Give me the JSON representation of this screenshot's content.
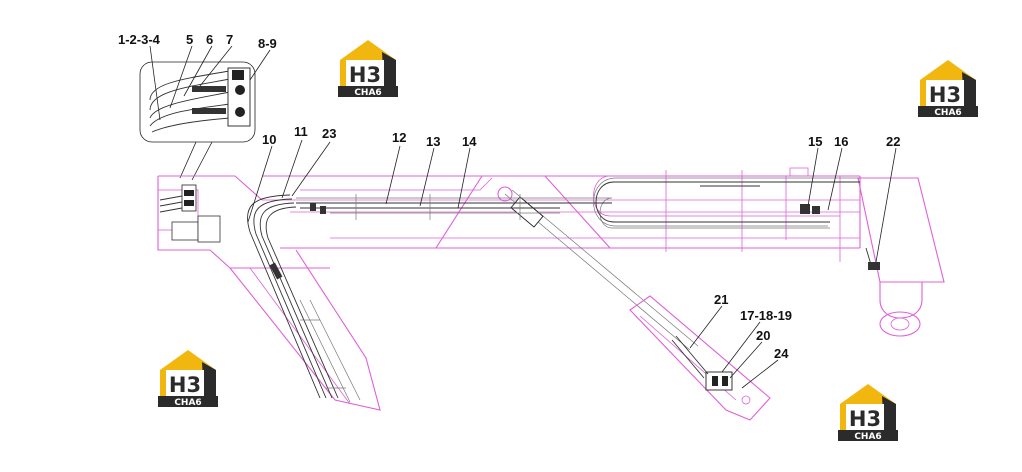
{
  "diagram": {
    "part_labels": {
      "l1234": "1-2-3-4",
      "l5": "5",
      "l6": "6",
      "l7": "7",
      "l89": "8-9",
      "l10": "10",
      "l11": "11",
      "l23": "23",
      "l12": "12",
      "l13": "13",
      "l14": "14",
      "l15": "15",
      "l16": "16",
      "l22": "22",
      "l21": "21",
      "l171819": "17-18-19",
      "l20": "20",
      "l24": "24"
    },
    "watermark": {
      "big_text": "H3",
      "small_text": "CHA6"
    }
  },
  "colors": {
    "outline": "#e060d8",
    "logo_yellow": "#f2b70f",
    "logo_dark": "#2b2b2b"
  }
}
